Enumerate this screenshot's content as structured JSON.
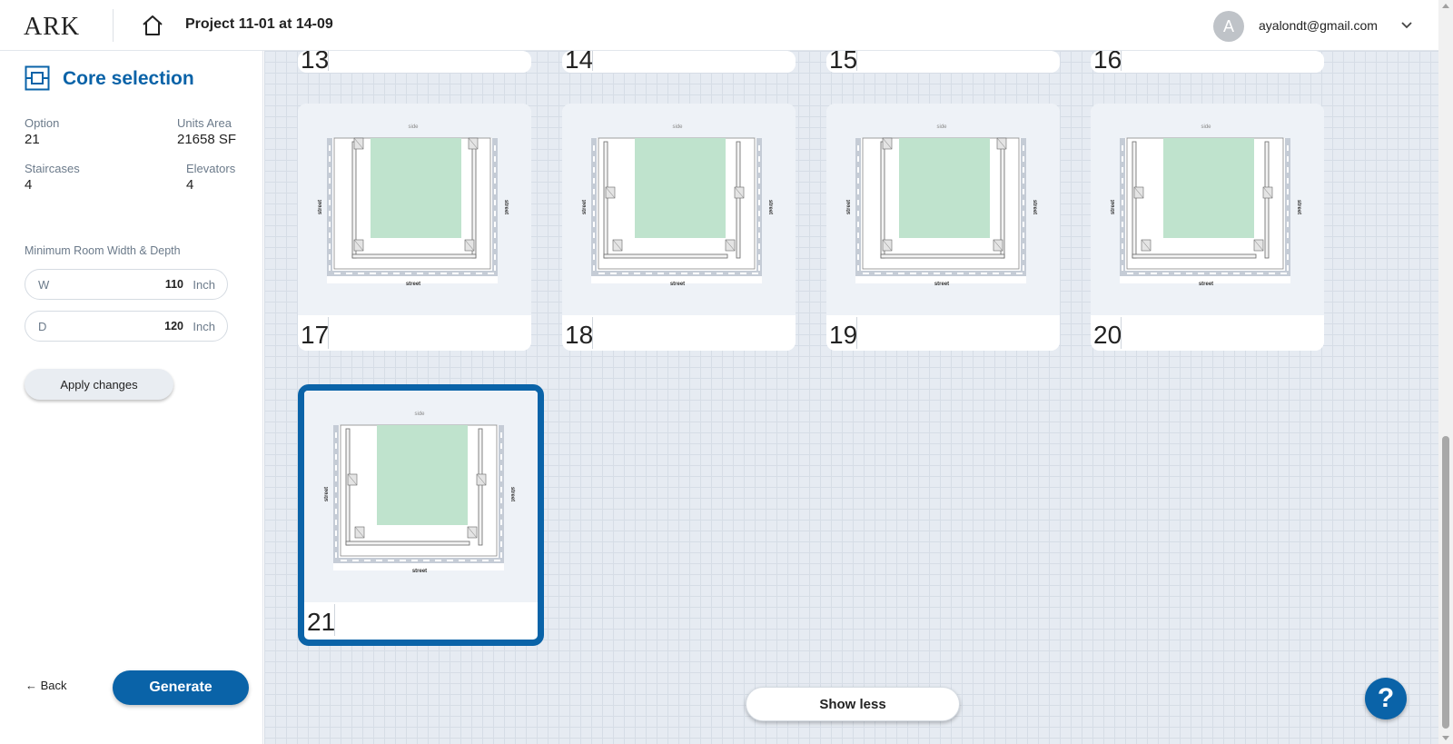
{
  "header": {
    "logo": "ARK",
    "project_title": "Project 11-01 at 14-09",
    "avatar_initial": "A",
    "user_email": "ayalondt@gmail.com"
  },
  "sidebar": {
    "title": "Core selection",
    "option_label": "Option",
    "option_value": "21",
    "units_area_label": "Units Area",
    "units_area_value": "21658 SF",
    "staircases_label": "Staircases",
    "staircases_value": "4",
    "elevators_label": "Elevators",
    "elevators_value": "4",
    "min_room_label": "Minimum Room Width & Depth",
    "width_field": {
      "label": "W",
      "value": "110",
      "unit": "Inch"
    },
    "depth_field": {
      "label": "D",
      "value": "120",
      "unit": "Inch"
    },
    "apply_label": "Apply changes",
    "back_label": "← Back",
    "generate_label": "Generate"
  },
  "plan_labels": {
    "top": "side",
    "left": "street",
    "right": "street",
    "bottom": "street"
  },
  "options_top_row": [
    "13",
    "14",
    "15",
    "16"
  ],
  "options_mid_row": [
    "17",
    "18",
    "19",
    "20"
  ],
  "selected_option": "21",
  "show_less_label": "Show less",
  "help_label": "?",
  "colors": {
    "accent": "#0a63a8",
    "unit_fill": "#bfe3cd",
    "canvas_bg": "#e6ebf2"
  }
}
